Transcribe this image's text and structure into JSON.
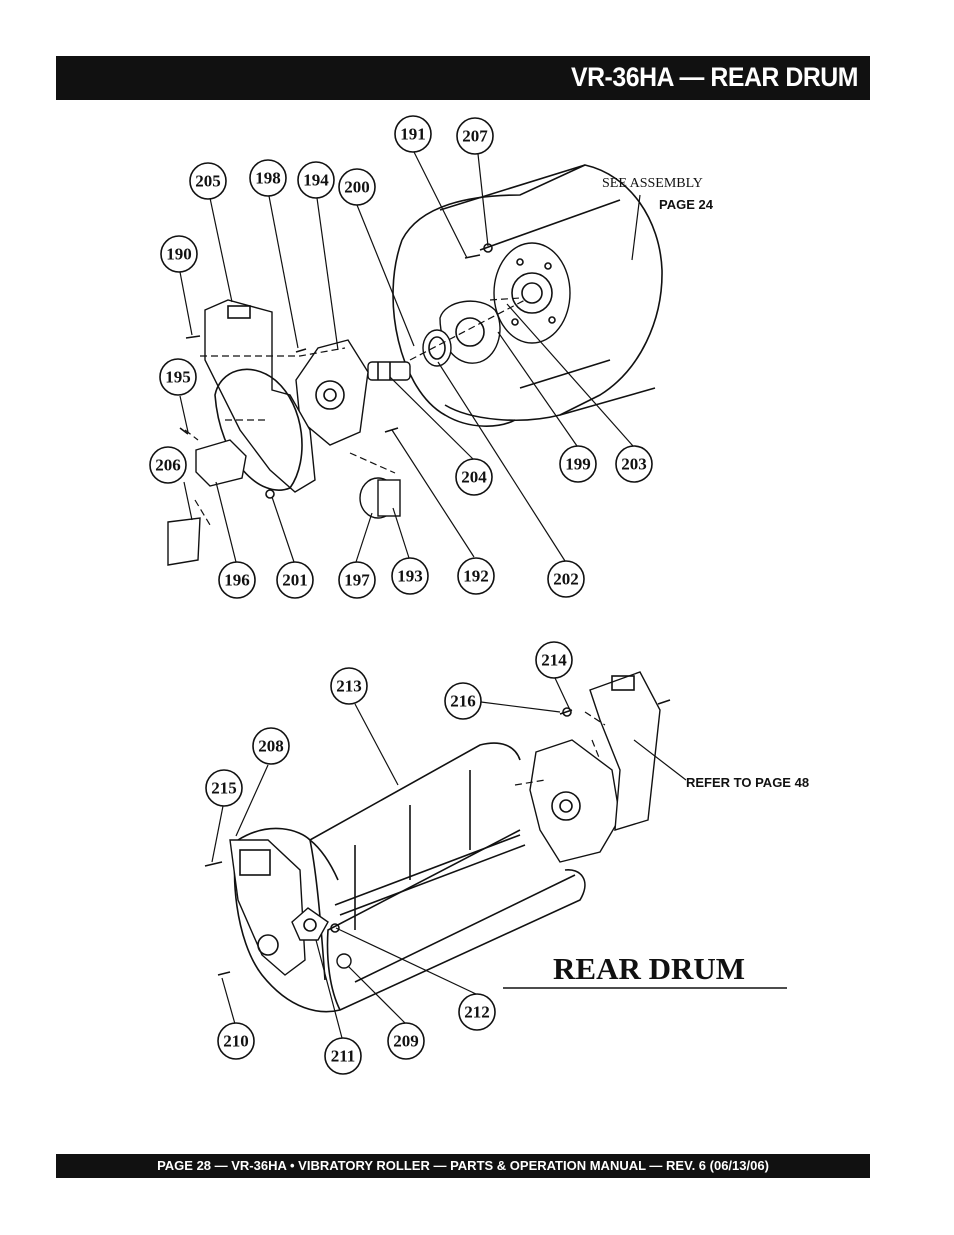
{
  "header": {
    "title": "VR-36HA — REAR DRUM"
  },
  "footer": {
    "text": "PAGE 28 — VR-36HA • VIBRATORY ROLLER — PARTS & OPERATION MANUAL — REV. 6 (06/13/06)"
  },
  "diagram_top": {
    "note_line1": "SEE ASSEMBLY",
    "note_line2": "PAGE 24",
    "callouts": [
      "191",
      "207",
      "205",
      "198",
      "194",
      "200",
      "190",
      "195",
      "206",
      "196",
      "201",
      "197",
      "193",
      "192",
      "202",
      "204",
      "199",
      "203"
    ]
  },
  "diagram_bottom": {
    "refer_note": "REFER TO PAGE 48",
    "title": "REAR DRUM",
    "callouts": [
      "214",
      "216",
      "213",
      "208",
      "215",
      "212",
      "210",
      "211",
      "209"
    ]
  }
}
